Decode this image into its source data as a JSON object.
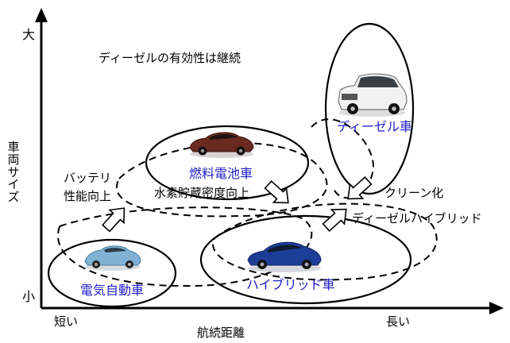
{
  "axes": {
    "y_label": "車両サイズ",
    "y_top": "大",
    "y_bottom": "小",
    "x_label": "航続距離",
    "x_left": "短い",
    "x_right": "長い"
  },
  "annotations": {
    "diesel_effective": "ディーゼルの有効性は継続",
    "battery_line1": "バッテリ",
    "battery_line2": "性能向上",
    "hydrogen": "水素貯蔵密度向上",
    "clean": "クリーン化",
    "diesel_hybrid": "ディーゼルハイブリッド"
  },
  "nodes": {
    "ev": "電気自動車",
    "fcv": "燃料電池車",
    "hybrid": "ハイブリッド車",
    "diesel": "ディーゼル車"
  },
  "colors": {
    "node_text": "#2020c8",
    "axis": "#000000"
  },
  "icons": {
    "ev_car": "compact-ev-car",
    "fcv_car": "sedan-car",
    "hybrid_car": "hatchback-car",
    "diesel_car": "suv-car"
  }
}
